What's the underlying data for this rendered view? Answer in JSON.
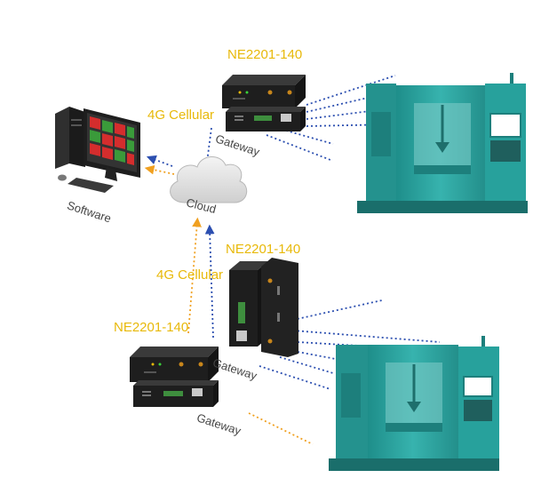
{
  "colors": {
    "label_accent": "#e8b90a",
    "link_blue": "#2c4fb0",
    "link_orange": "#f0a020",
    "machine_teal": "#2aa7a3",
    "machine_dark": "#1d7f7c",
    "device_body": "#1c1c1c",
    "monitor_red": "#d42d2d",
    "monitor_green": "#3a9a3a"
  },
  "labels": {
    "software": "Software",
    "cloud": "Cloud",
    "cellular_top": "4G Cellular",
    "cellular_bottom": "4G Cellular",
    "device_top": "NE2201-140",
    "device_middle": "NE2201-140",
    "device_bottom": "NE2201-140",
    "gateway_top": "Gateway",
    "gateway_middle": "Gateway",
    "gateway_bottom": "Gateway"
  },
  "icons": {
    "computer": "desktop-computer-icon",
    "cloud": "cloud-icon",
    "gateway_device": "industrial-router-icon",
    "cnc_machine": "cnc-machine-icon"
  }
}
